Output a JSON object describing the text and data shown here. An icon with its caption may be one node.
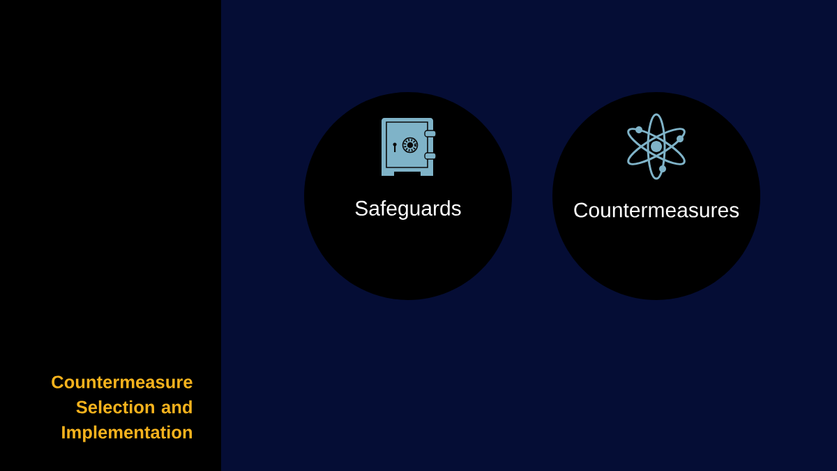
{
  "diagram": {
    "title": "Countermeasure Selection and Implementation",
    "nodes": [
      {
        "text": [
          "Safeguards"
        ]
      },
      {
        "text": [
          "Countermeasures"
        ]
      }
    ]
  }
}
